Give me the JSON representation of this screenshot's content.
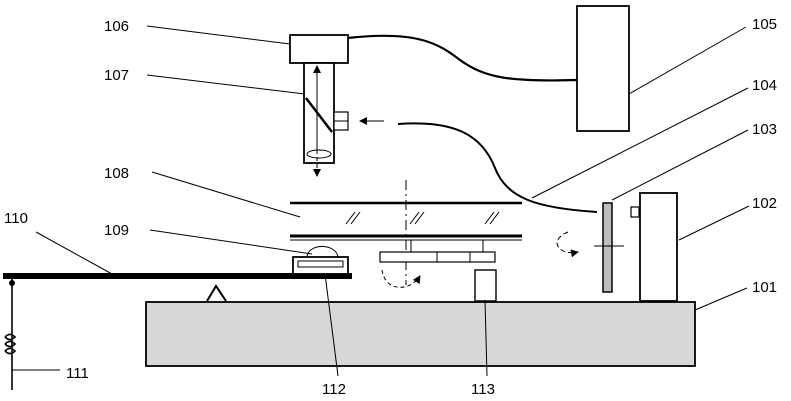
{
  "labels": {
    "l101": "101",
    "l102": "102",
    "l103": "103",
    "l104": "104",
    "l105": "105",
    "l106": "106",
    "l107": "107",
    "l108": "108",
    "l109": "109",
    "l110": "110",
    "l111": "111",
    "l112": "112",
    "l113": "113"
  },
  "colors": {
    "line": "#000000",
    "base_fill": "#d8d8d8",
    "background": "#ffffff"
  }
}
